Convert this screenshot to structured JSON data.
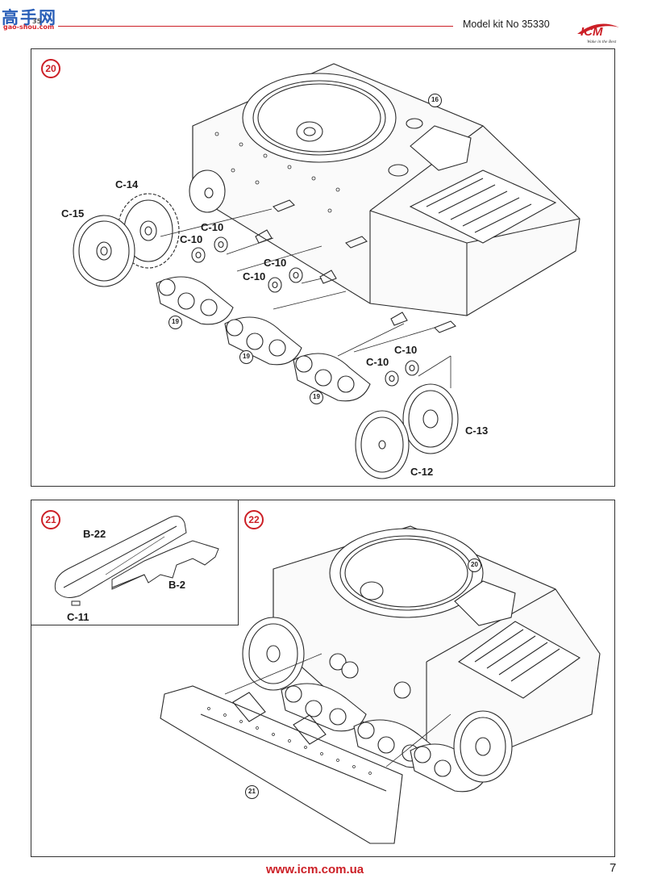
{
  "header": {
    "watermark_chars": "高手网",
    "watermark_url": "gao-shou.com",
    "watermark_page": "35",
    "kit_title": "Model kit No 35330",
    "logo_text": "ICM",
    "logo_tagline": "Wake in the Best"
  },
  "steps": [
    {
      "number": "20",
      "refs": [
        "16",
        "19",
        "19",
        "19"
      ],
      "parts": [
        "C-14",
        "C-15",
        "C-10",
        "C-10",
        "C-10",
        "C-10",
        "C-10",
        "C-10",
        "C-13",
        "C-12"
      ]
    },
    {
      "number": "21",
      "parts": [
        "B-22",
        "B-2",
        "C-11"
      ]
    },
    {
      "number": "22",
      "refs": [
        "20",
        "21"
      ]
    }
  ],
  "footer": {
    "url": "www.icm.com.ua",
    "page_number": "7"
  },
  "colors": {
    "accent": "#cc1f26",
    "line": "#333333"
  }
}
